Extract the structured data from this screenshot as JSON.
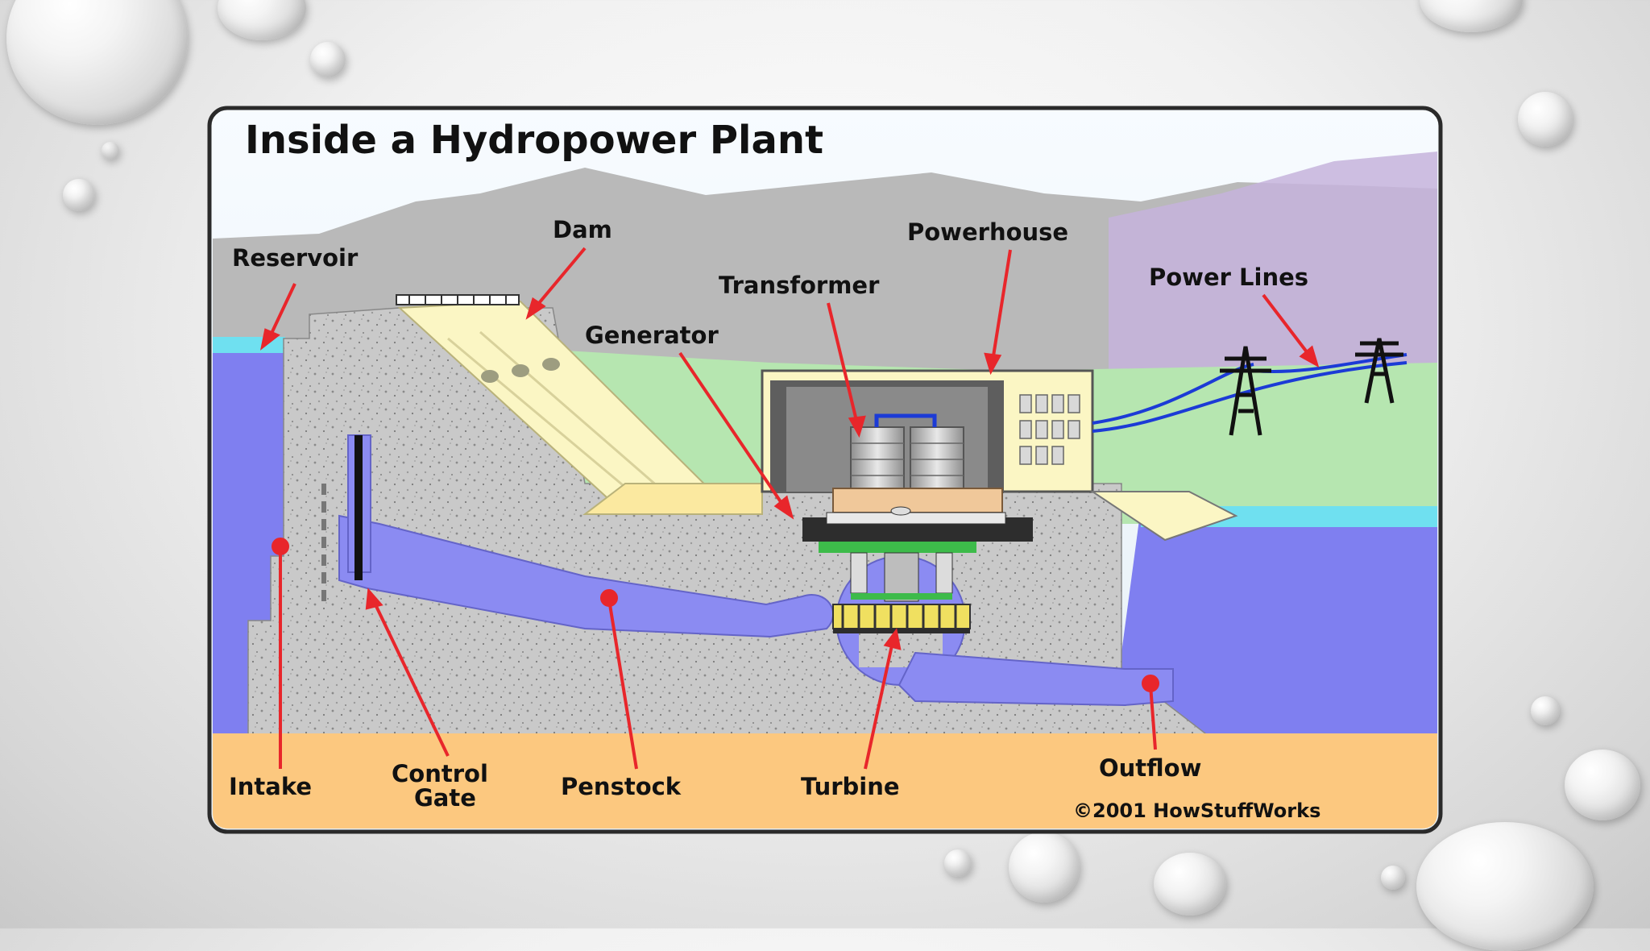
{
  "diagram": {
    "title": "Inside a Hydropower Plant",
    "labels": {
      "reservoir": "Reservoir",
      "dam": "Dam",
      "powerhouse": "Powerhouse",
      "transformer": "Transformer",
      "generator": "Generator",
      "power_lines": "Power Lines",
      "intake": "Intake",
      "control_gate_line1": "Control",
      "control_gate_line2": "Gate",
      "penstock": "Penstock",
      "turbine": "Turbine",
      "outflow": "Outflow"
    },
    "copyright": "©2001 HowStuffWorks"
  },
  "colors": {
    "water": "#7f7ff0",
    "concrete": "#c9c9c9",
    "ground": "#fcc87f",
    "grass": "#b6e6b0",
    "mountain": "#b5b5b5",
    "arrow": "#e8262b"
  }
}
